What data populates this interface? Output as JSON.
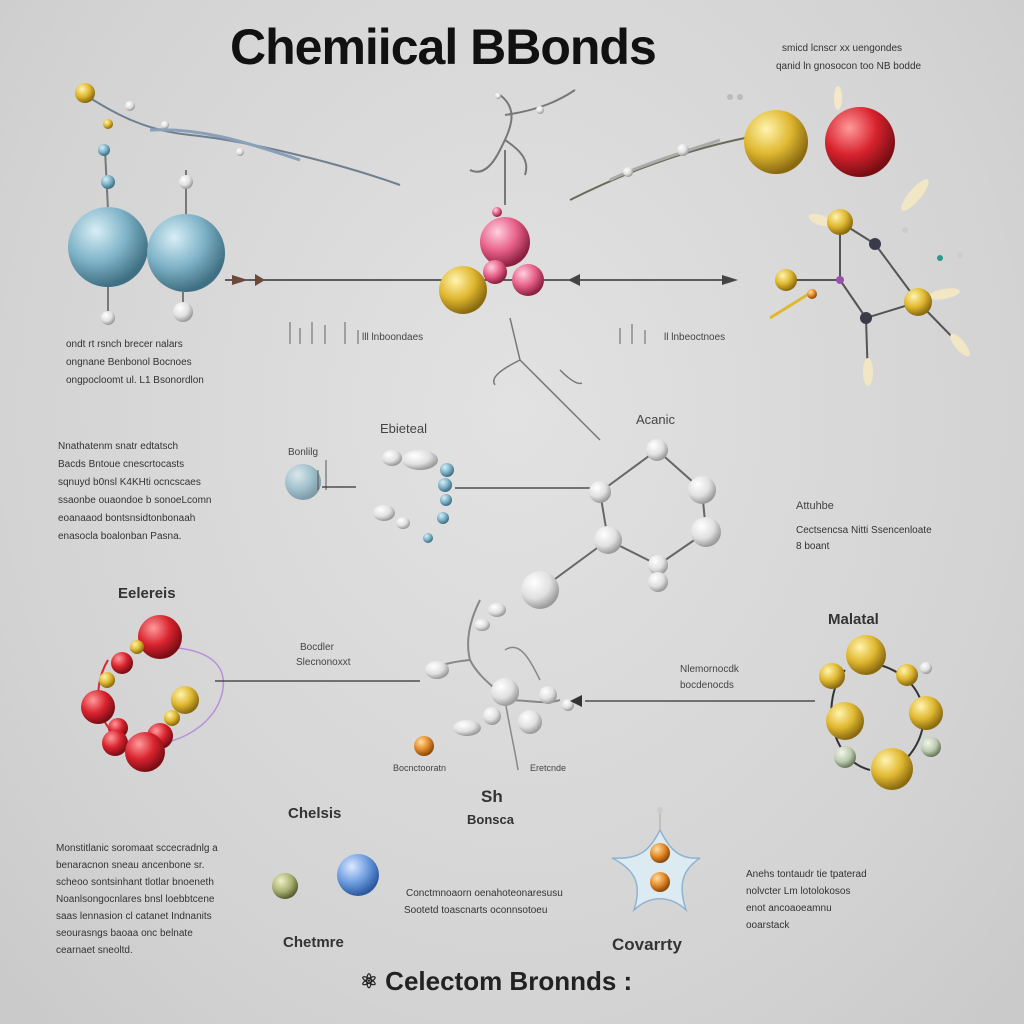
{
  "title": "Chemiical BBonds",
  "title_note": [
    "smicd lcnscr xx uengondes",
    "qanid ln gnosocon too NB bodde"
  ],
  "left_caption": [
    "ondt rt rsnch brecer nalars",
    "ongnane Benbonol Bocnoes",
    "ongpocloomt ul. L1 Bsonordlon"
  ],
  "left_paragraph": [
    "Nnathatenm snatr edtatsch",
    "Bacds Bntoue cnescrtocasts",
    "sqnuyd b0nsl K4KHti ocncscaes",
    "ssaonbe ouaondoe b sonoeLcomn",
    "eoanaaod bontsnsidtonbonaah",
    "enasocla boalonban Pasna."
  ],
  "ionic_label": "Ebieteal",
  "ionic_small": "Bonlilg",
  "atomic_label": "Acanic",
  "right_mid_label": "Attuhbe",
  "right_mid_text": [
    "Cectsencsa Nitti Ssencenloate",
    "8 boant"
  ],
  "center_mid_label": "lll lnboondaes",
  "right_top_label": "ll lnbeoctnoes",
  "elements_label": "Eelereis",
  "metal_label": "Malatal",
  "center_low_label": [
    "Bocdler",
    "Slecnonoxxt"
  ],
  "right_low_label": [
    "Nlemornocdk",
    "bocdenocds"
  ],
  "center_bottom_small": [
    "Bocnctooratn",
    "Eretcnde"
  ],
  "chels_label": "Chelsis",
  "sh_label": [
    "Sh",
    "Bonsca"
  ],
  "bottom_left_paragraph": [
    "Monstitlanic soromaat sccecradnlg a",
    "benaracnon sneau ancenbone sr.",
    "scheoo sontsinhant tlotlar bnoeneth",
    "Noanlsongocnlares bnsl loebbtcene",
    "saas lennasion cl catanet Indnanits",
    "seourasngs baoaa onc belnate",
    "cearnaet sneoltd."
  ],
  "center_bottom_text": [
    "Conctmnoaorn oenahoteonaresusu",
    "Sootetd toascnarts oconnsotoeu"
  ],
  "right_bottom_paragraph": [
    "Anehs tontaudr tie tpaterad",
    "nolvcter Lm lotolokosos",
    "enot ancoaoeamnu",
    "ooarstack"
  ],
  "chemre_label": "Chetmre",
  "covarty_label": "Covarrty",
  "footer": "Celectom Bronnds :",
  "colors": {
    "ion_blue": "#7fb3c8",
    "gold": "#e0b830",
    "red": "#d8232e",
    "pink": "#e8608a",
    "orange": "#e48a2a",
    "white_atom": "#ededed",
    "sphere_blue": "#6f9ee0",
    "olive": "#a8b070"
  }
}
